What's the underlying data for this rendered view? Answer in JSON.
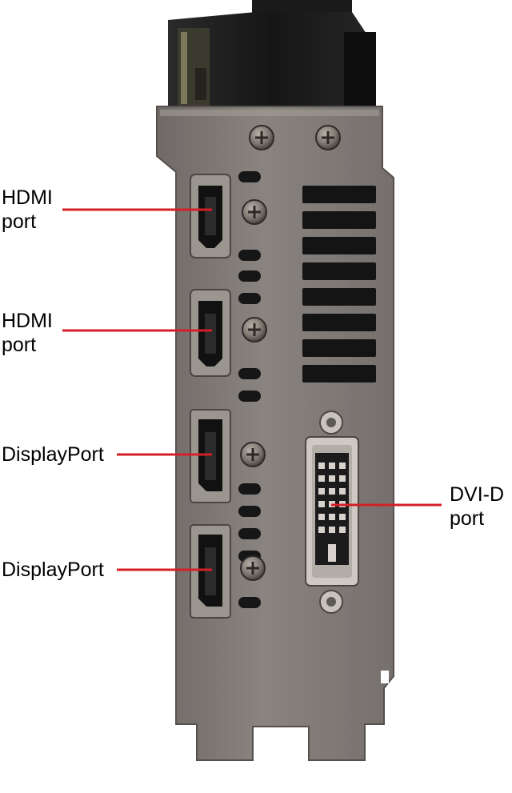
{
  "labels": {
    "hdmi_1": {
      "line1": "HDMI",
      "line2": "port"
    },
    "hdmi_2": {
      "line1": "HDMI",
      "line2": "port"
    },
    "displayport_1": {
      "text": "DisplayPort"
    },
    "displayport_2": {
      "text": "DisplayPort"
    },
    "dvi_d": {
      "line1": "DVI-D",
      "line2": "port"
    }
  },
  "colors": {
    "leader_line": "#d41f26",
    "bracket_metal": "#7a7572",
    "label_text": "#000000"
  }
}
